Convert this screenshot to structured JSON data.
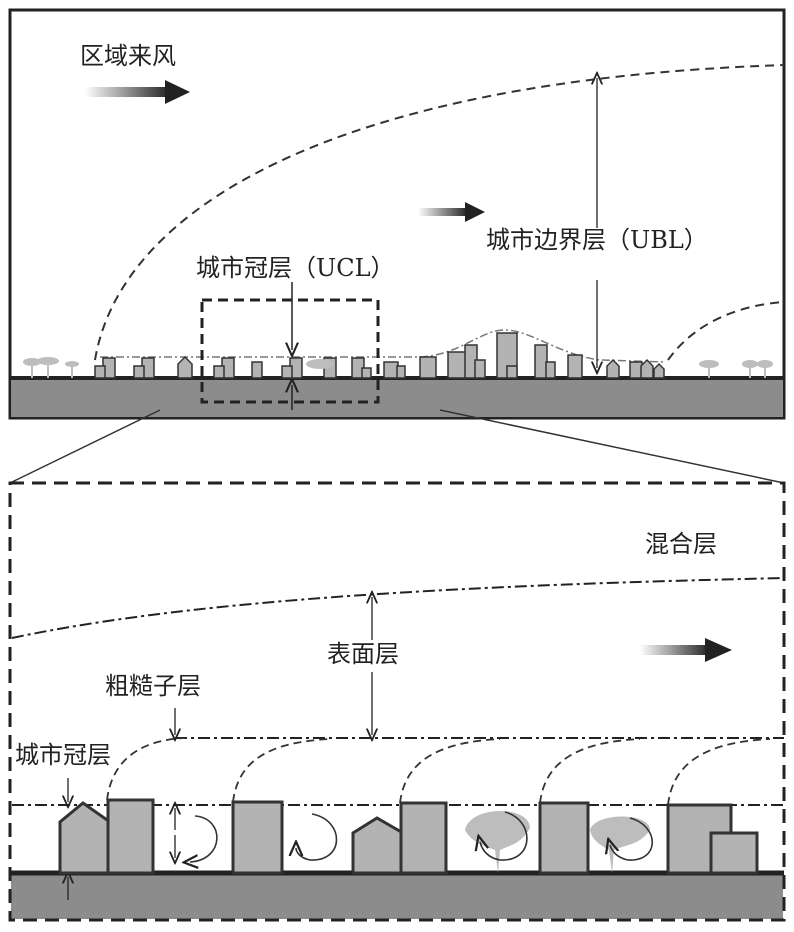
{
  "top_panel": {
    "regional_wind_label": "区域来风",
    "ubl_label": "城市边界层（UBL）",
    "ucl_label": "城市冠层（UCL）"
  },
  "bottom_panel": {
    "mixed_layer_label": "混合层",
    "surface_layer_label": "表面层",
    "roughness_sublayer_label": "粗糙子层",
    "urban_canopy_label": "城市冠层"
  },
  "colors": {
    "ground": "#8c8c8c",
    "building": "#b3b3b3",
    "line": "#222222"
  }
}
